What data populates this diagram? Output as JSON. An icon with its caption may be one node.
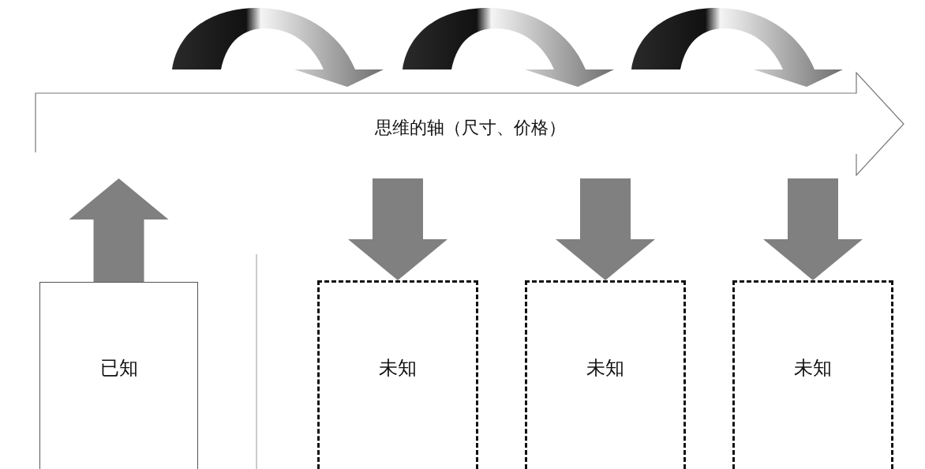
{
  "diagram": {
    "nodes": [
      {
        "text": [
          "思维的轴（尺寸、价格）"
        ]
      },
      {
        "text": [
          "已知"
        ]
      },
      {
        "text": [
          "未知"
        ]
      },
      {
        "text": [
          "未知"
        ]
      },
      {
        "text": [
          "未知"
        ]
      }
    ],
    "edges": [
      {
        "from": 1,
        "to": 0,
        "arrow": "to"
      },
      {
        "from": 0,
        "to": 2,
        "arrow": "to"
      },
      {
        "from": 0,
        "to": 3,
        "arrow": "to"
      },
      {
        "from": 0,
        "to": 4,
        "arrow": "to"
      }
    ]
  }
}
